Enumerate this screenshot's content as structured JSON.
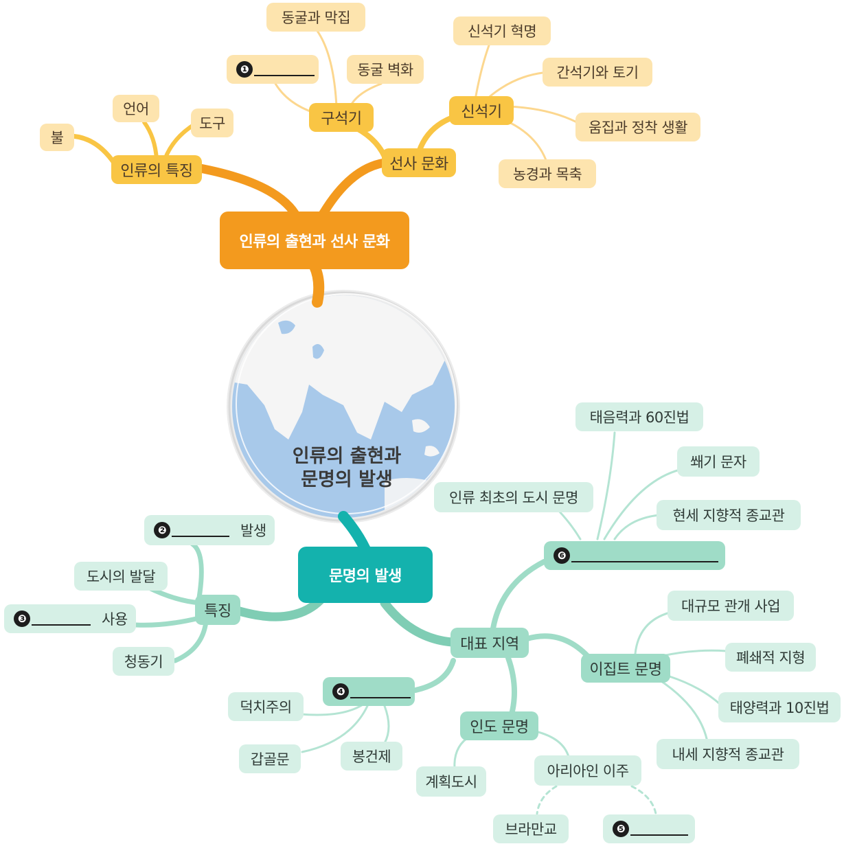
{
  "center": {
    "line1": "인류의 출현과",
    "line2": "문명의 발생"
  },
  "prehistory": {
    "title": "인류의 출현과 선사 문화",
    "features": {
      "label": "인류의 특징",
      "items": [
        "불",
        "언어",
        "도구"
      ]
    },
    "culture": {
      "label": "선사 문화"
    },
    "paleolithic": {
      "label": "구석기",
      "items": [
        "동굴과 막집",
        "동굴 벽화"
      ],
      "blank_number": "❶"
    },
    "neolithic": {
      "label": "신석기",
      "items": [
        "신석기 혁명",
        "간석기와 토기",
        "움집과 정착 생활",
        "농경과 목축"
      ]
    }
  },
  "civilization": {
    "title": "문명의 발생",
    "traits": {
      "label": "특징",
      "blank2": {
        "number": "❷",
        "suffix": "발생"
      },
      "city": "도시의 발달",
      "blank3": {
        "number": "❸",
        "suffix": "사용"
      },
      "bronze": "청동기"
    },
    "regions": {
      "label": "대표 지역",
      "blank6": {
        "number": "❻",
        "items": [
          "인류 최초의 도시 문명",
          "태음력과 60진법",
          "쐐기 문자",
          "현세 지향적 종교관"
        ]
      },
      "egypt": {
        "label": "이집트 문명",
        "items": [
          "대규모 관개 사업",
          "폐쇄적 지형",
          "태양력과 10진법",
          "내세 지향적 종교관"
        ]
      },
      "blank4": {
        "number": "❹",
        "items": [
          "덕치주의",
          "갑골문",
          "봉건제"
        ]
      },
      "india": {
        "label": "인도 문명",
        "planned_city": "계획도시",
        "aryan": "아리아인 이주",
        "brahmanism": "브라만교",
        "blank5_number": "❺"
      }
    }
  },
  "colors": {
    "orange_main": "#f39a1e",
    "orange_mid": "#f9c544",
    "orange_leaf": "#fde4ae",
    "teal_main": "#14b2ad",
    "teal_mid": "#9fdcc7",
    "teal_leaf": "#d6f0e6"
  }
}
